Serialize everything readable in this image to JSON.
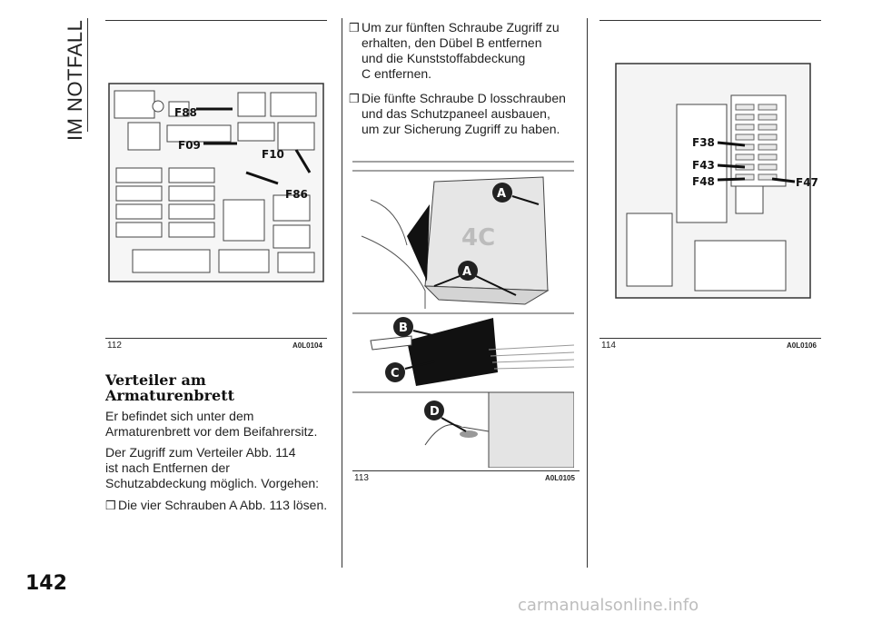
{
  "section_title": "IM NOTFALL",
  "page_number": "142",
  "watermark": "carmanualsonline.info",
  "figures": [
    {
      "number": "112",
      "code": "A0L0104",
      "labels": [
        "F88",
        "F09",
        "F10",
        "F86"
      ]
    },
    {
      "number": "113",
      "code": "A0L0105",
      "labels": [
        "A",
        "A",
        "B",
        "C",
        "D"
      ],
      "panel_text": "4C"
    },
    {
      "number": "114",
      "code": "A0L0106",
      "labels": [
        "F38",
        "F43",
        "F48",
        "F47"
      ]
    }
  ],
  "left_column": {
    "heading_line1": "Verteiler am",
    "heading_line2": "Armaturenbrett",
    "para1_line1": "Er befindet sich unter dem",
    "para1_line2": "Armaturenbrett vor dem Beifahrersitz.",
    "para2_line1": "Der Zugriff zum Verteiler Abb. 114",
    "para2_line2": "ist nach Entfernen der",
    "para2_line3": "Schutzabdeckung möglich. Vorgehen:",
    "bullet1": "Die vier Schrauben A Abb. 113 lösen."
  },
  "middle_column": {
    "bullet1_line1": "Um zur fünften Schraube Zugriff zu",
    "bullet1_line2": "erhalten, den Dübel B entfernen",
    "bullet1_line3": "und die Kunststoffabdeckung",
    "bullet1_line4": "C entfernen.",
    "bullet2_line1": "Die fünfte Schraube D losschrauben",
    "bullet2_line2": "und das Schutzpaneel ausbauen,",
    "bullet2_line3": "um zur Sicherung Zugriff zu haben."
  },
  "bullet_mark": "❒"
}
